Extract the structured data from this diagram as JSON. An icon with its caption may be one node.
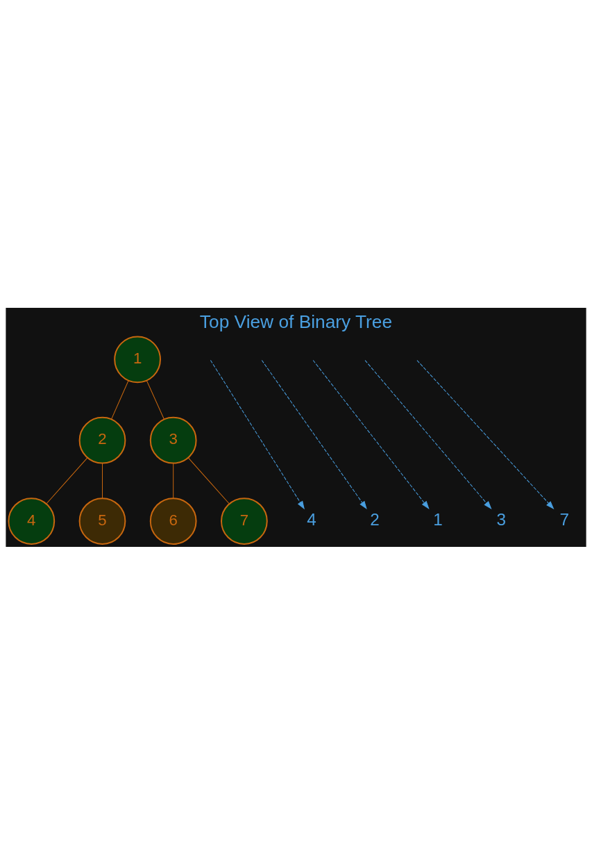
{
  "diagram": {
    "title": "Top View of Binary Tree",
    "nodes": [
      {
        "text": [
          "1"
        ]
      },
      {
        "text": [
          "2"
        ]
      },
      {
        "text": [
          "3"
        ]
      },
      {
        "text": [
          "4"
        ]
      },
      {
        "text": [
          "5"
        ]
      },
      {
        "text": [
          "6"
        ]
      },
      {
        "text": [
          "7"
        ]
      },
      {
        "text": [
          "4"
        ]
      },
      {
        "text": [
          "2"
        ]
      },
      {
        "text": [
          "1"
        ]
      },
      {
        "text": [
          "3"
        ]
      },
      {
        "text": [
          "7"
        ]
      }
    ],
    "edges": [
      {
        "from": 0,
        "to": 1,
        "arrow": "none"
      },
      {
        "from": 0,
        "to": 2,
        "arrow": "none"
      },
      {
        "from": 1,
        "to": 3,
        "arrow": "none"
      },
      {
        "from": 1,
        "to": 4,
        "arrow": "none"
      },
      {
        "from": 2,
        "to": 5,
        "arrow": "none"
      },
      {
        "from": 2,
        "to": 6,
        "arrow": "none"
      },
      {
        "from": null,
        "to": 7,
        "arrow": "to",
        "style": "dashed",
        "color": "#4a9fe0"
      },
      {
        "from": null,
        "to": 8,
        "arrow": "to",
        "style": "dashed",
        "color": "#4a9fe0"
      },
      {
        "from": null,
        "to": 9,
        "arrow": "to",
        "style": "dashed",
        "color": "#4a9fe0"
      },
      {
        "from": null,
        "to": 10,
        "arrow": "to",
        "style": "dashed",
        "color": "#4a9fe0"
      },
      {
        "from": null,
        "to": 11,
        "arrow": "to",
        "style": "dashed",
        "color": "#4a9fe0"
      }
    ]
  }
}
